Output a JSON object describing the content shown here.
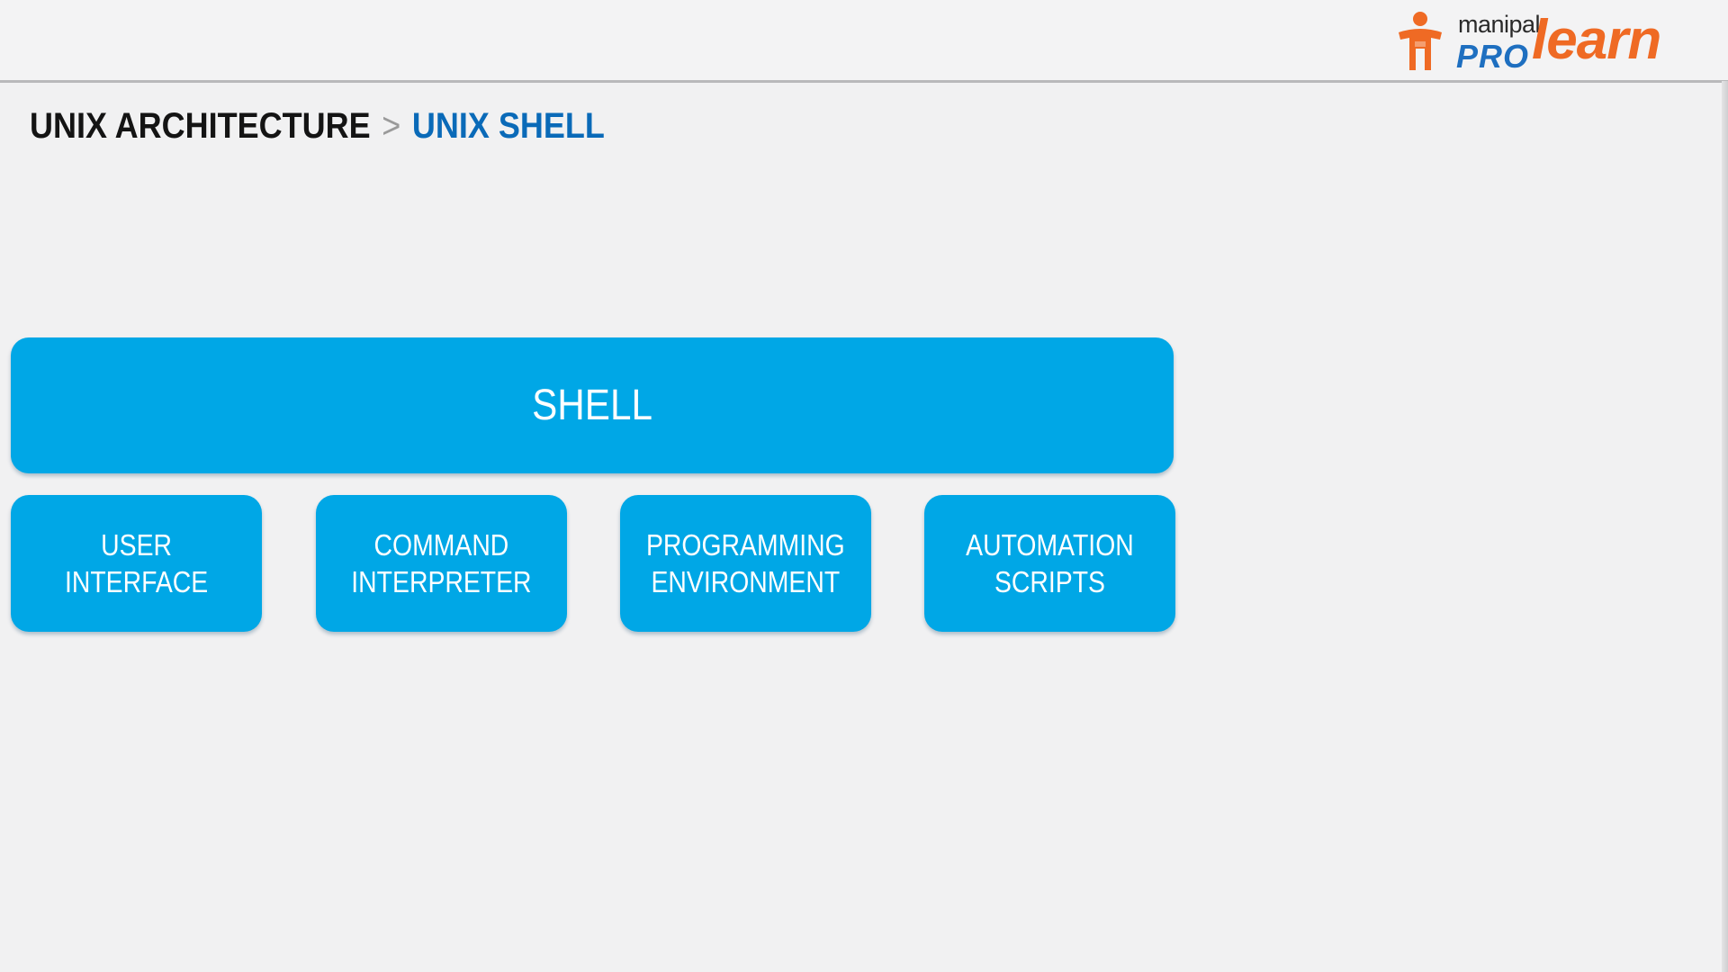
{
  "header": {
    "logo": {
      "small_text": "manipal",
      "pro_text": "PRO",
      "learn_text": "learn",
      "colors": {
        "pro": "#1e6fc0",
        "learn": "#ef6a24",
        "figure": "#ef6a24"
      }
    }
  },
  "breadcrumb": {
    "parent": "UNIX ARCHITECTURE",
    "separator": ">",
    "current": "UNIX SHELL",
    "colors": {
      "parent": "#141414",
      "current": "#0a6ab8"
    }
  },
  "diagram": {
    "box_color": "#00a7e6",
    "root": {
      "label": "SHELL"
    },
    "children": [
      {
        "label": "USER\nINTERFACE"
      },
      {
        "label": "COMMAND\nINTERPRETER"
      },
      {
        "label": "PROGRAMMING\nENVIRONMENT"
      },
      {
        "label": "AUTOMATION\nSCRIPTS"
      }
    ]
  }
}
